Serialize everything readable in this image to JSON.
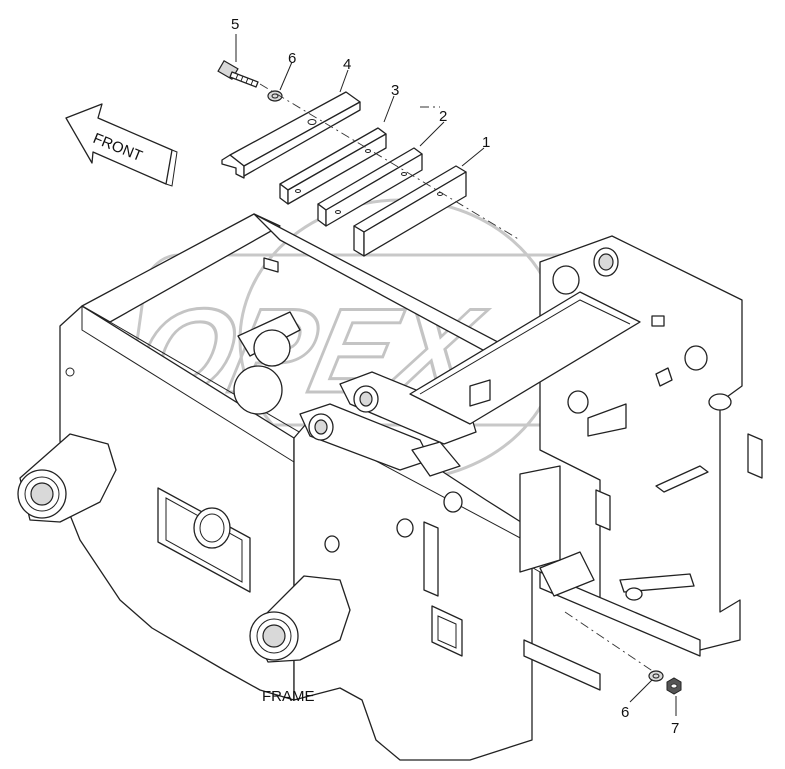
{
  "diagram": {
    "title": "FRAME",
    "front_arrow_label": "FRONT",
    "watermark": "OPEX",
    "callouts": [
      "1",
      "2",
      "3",
      "4",
      "5",
      "6",
      "6",
      "7"
    ]
  }
}
